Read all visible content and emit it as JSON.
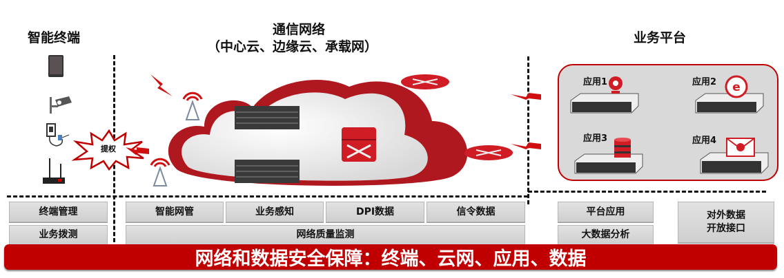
{
  "headers": {
    "terminal": "智能终端",
    "network": "通信网络",
    "network_sub": "（中心云、边缘云、承载网）",
    "platform": "业务平台"
  },
  "attack_label": "提权",
  "platform_apps": [
    "应用1",
    "应用2",
    "应用3",
    "应用4"
  ],
  "boxes": {
    "terminal_mgmt": "终端管理",
    "service_probe": "业务拨测",
    "smart_nm": "智能网管",
    "service_aware": "业务感知",
    "dpi": "DPI数据",
    "signaling": "信令数据",
    "net_quality": "网络质量监测",
    "platform_app": "平台应用",
    "bigdata": "大数据分析",
    "open_api_line1": "对外数据",
    "open_api_line2": "开放接口"
  },
  "banner": "网络和数据安全保障：终端、云网、应用、数据",
  "colors": {
    "accent": "#c00000",
    "box": "#d9d9d9"
  }
}
